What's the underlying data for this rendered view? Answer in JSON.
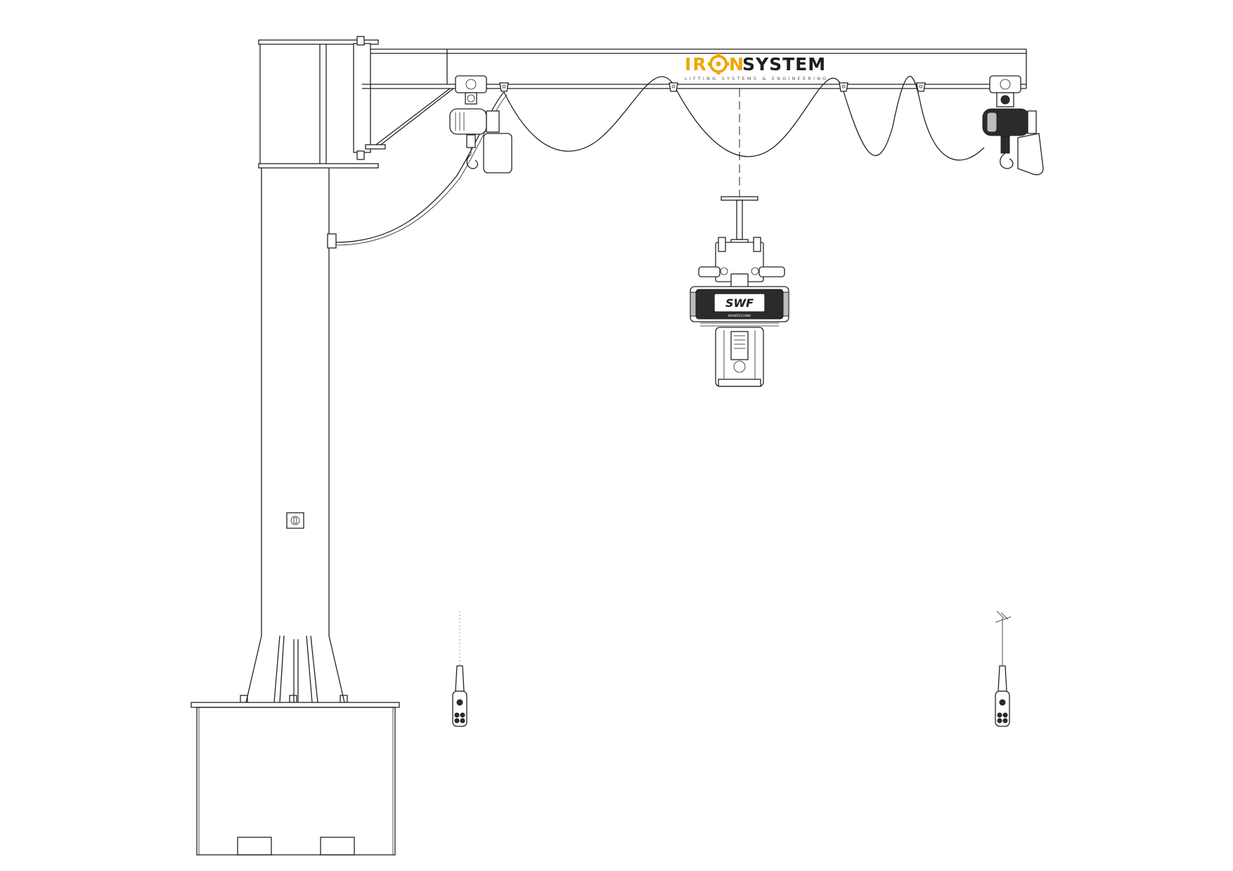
{
  "logo": {
    "part1": "IR",
    "part2": "N",
    "part3": "SYSTEM",
    "tagline": "LIFTING SYSTEMS & ENGINEERING"
  },
  "hoist_label": {
    "brand": "SWF",
    "sub": "KRANTECHNIK"
  },
  "colors": {
    "brand_accent": "#f0a500",
    "brand_dark": "#1e1e1e",
    "line": "#222222",
    "background": "#ffffff"
  }
}
